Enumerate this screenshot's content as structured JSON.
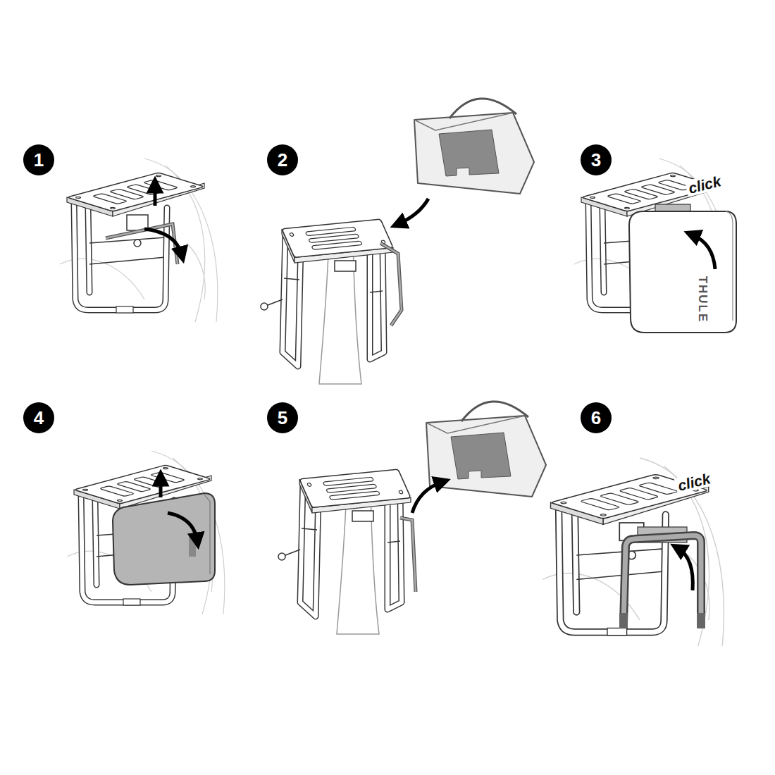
{
  "diagram": {
    "nodes": [
      {
        "text": [
          "1"
        ]
      },
      {
        "text": [
          "2"
        ]
      },
      {
        "text": [
          "3"
        ]
      },
      {
        "text": [
          "4"
        ]
      },
      {
        "text": [
          "5"
        ]
      },
      {
        "text": [
          "6"
        ]
      }
    ],
    "labels": [
      "click",
      "click",
      "THULE"
    ]
  }
}
